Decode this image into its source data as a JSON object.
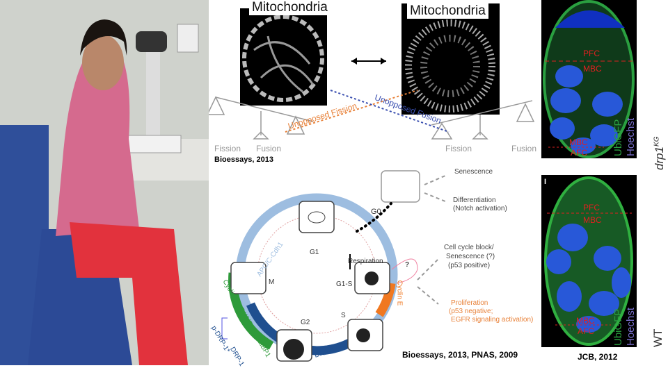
{
  "top_panel": {
    "left_title": "Mitochondria",
    "right_title": "Mitochondria",
    "labels": {
      "fission_left": "Fission",
      "fusion_left": "Fusion",
      "fission_right": "Fission",
      "fusion_right": "Fusion",
      "unopposed_fission": "Unopposed Fission",
      "unopposed_fusion": "Unopposed Fusion"
    },
    "citation": "Bioessays, 2013"
  },
  "cycle_panel": {
    "phases": {
      "g0": "G0",
      "g1": "G1",
      "g1s": "G1-S",
      "s": "S",
      "g2": "G2",
      "m": "M"
    },
    "regulators": {
      "apc": "APC/C-Cdh1",
      "cyclin_b": "Cyclin B/CDK1/RalA/RalBP1",
      "drp1": "DRP-1",
      "p_drp1": "p-DRP-1*",
      "drp1_small": "DRP-1",
      "cyclin_e": "Cyclin E",
      "respiration": "Respiration",
      "question": "?"
    },
    "outcomes": {
      "senescence": "Senescence",
      "differentiation": "Differentiation",
      "notch": "(Notch activation)",
      "block1": "Cell cycle block/",
      "block2": "Senescence (?)",
      "block3": "(p53 positive)",
      "prolif1": "Proliferation",
      "prolif2": "(p53 negative;",
      "prolif3": "EGFR signaling activation)"
    },
    "citation": "Bioessays, 2013,  PNAS, 2009"
  },
  "right_panel": {
    "top": {
      "pfc": "PFC",
      "mbc": "MBC",
      "mbc2": "MBC",
      "afc": "AFC",
      "stain1": "UbiGFP",
      "stain2": "Hoechst",
      "genotype": "drp1",
      "genotype_sup": "KG"
    },
    "bottom": {
      "panel_letter": "I",
      "pfc": "PFC",
      "mbc": "MBC",
      "mbc2": "MBC",
      "afc": "AFC",
      "stain1": "UbiGFP",
      "stain2": "Hoechst",
      "genotype": "WT"
    },
    "citation": "JCB, 2012"
  },
  "colors": {
    "fission": "#e8823a",
    "fusion": "#3a4fb0",
    "cyclin_e": "#f07820",
    "green": "#2e9a3a",
    "blue": "#1f4f8f"
  }
}
